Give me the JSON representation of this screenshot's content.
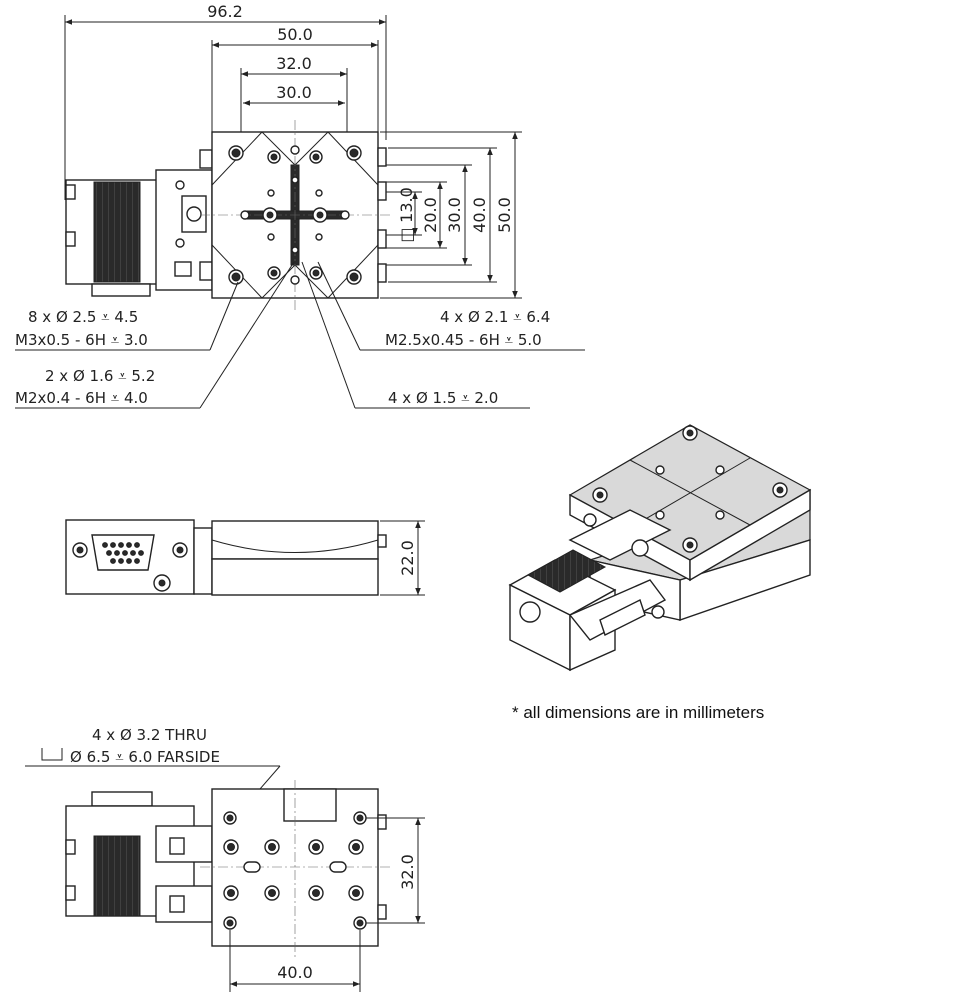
{
  "top_view": {
    "dimensions": {
      "overall_width": "96.2",
      "width_50": "50.0",
      "width_32": "32.0",
      "width_30": "30.0",
      "height_13": "13.0",
      "height_20": "20.0",
      "height_30": "30.0",
      "height_40": "40.0",
      "height_50": "50.0",
      "square_symbol": "□"
    },
    "callouts": {
      "holes_8_line1": "8 x Ø 2.5 ⩡ 4.5",
      "holes_8_line2": "M3x0.5 - 6H ⩡ 3.0",
      "holes_2_line1": "2 x Ø 1.6 ⩡ 5.2",
      "holes_2_line2": "M2x0.4 - 6H ⩡ 4.0",
      "holes_4a_line1": "4 x Ø 2.1 ⩡ 6.4",
      "holes_4a_line2": "M2.5x0.45  - 6H ⩡ 5.0",
      "holes_4b": "4 x Ø 1.5 ⩡ 2.0"
    }
  },
  "side_view": {
    "height": "22.0"
  },
  "bottom_view": {
    "callout_line1": "4 x Ø 3.2 THRU",
    "callout_line2": "Ø 6.5 ⩡ 6.0 FARSIDE",
    "height": "32.0",
    "width": "40.0"
  },
  "note": "* all dimensions are in millimeters"
}
